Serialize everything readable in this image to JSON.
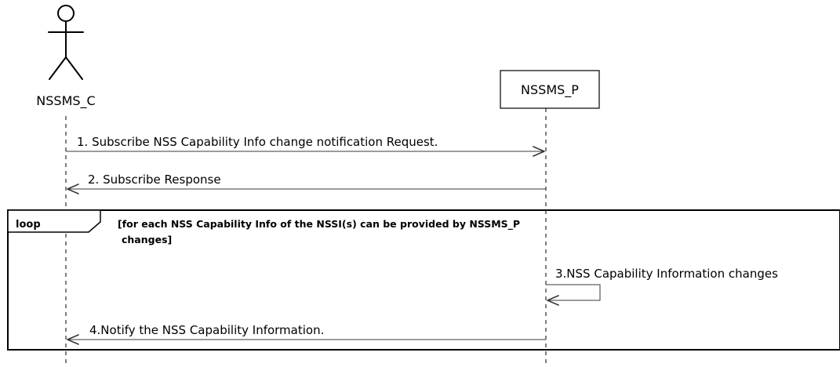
{
  "participants": {
    "client": {
      "name": "NSSMS_C",
      "kind": "actor"
    },
    "provider": {
      "name": "NSSMS_P",
      "kind": "box"
    }
  },
  "messages": [
    {
      "label": "1. Subscribe NSS Capability Info change notification Request.",
      "from": "NSSMS_C",
      "to": "NSSMS_P"
    },
    {
      "label": "2. Subscribe Response",
      "from": "NSSMS_P",
      "to": "NSSMS_C"
    },
    {
      "label": "3.NSS Capability Information changes",
      "from": "NSSMS_P",
      "to": "NSSMS_P"
    },
    {
      "label": "4.Notify the NSS Capability Information.",
      "from": "NSSMS_P",
      "to": "NSSMS_C"
    }
  ],
  "loop": {
    "keyword": "loop",
    "guard_line1": "[for each NSS Capability Info of the NSSI(s) can be provided by NSSMS_P",
    "guard_line2": "changes]"
  },
  "colors": {
    "line": "#000000",
    "message": "#383838",
    "background": "#ffffff"
  }
}
